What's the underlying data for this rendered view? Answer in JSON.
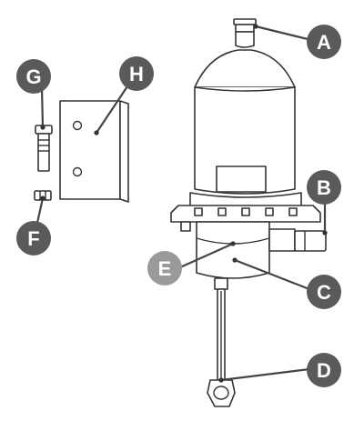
{
  "callouts": {
    "A": "A",
    "B": "B",
    "C": "C",
    "D": "D",
    "E": "E",
    "F": "F",
    "G": "G",
    "H": "H"
  },
  "colors": {
    "callout_dark": "#5a5a5a",
    "callout_light": "#9a9a9a",
    "line": "#333333",
    "background": "#ffffff"
  }
}
